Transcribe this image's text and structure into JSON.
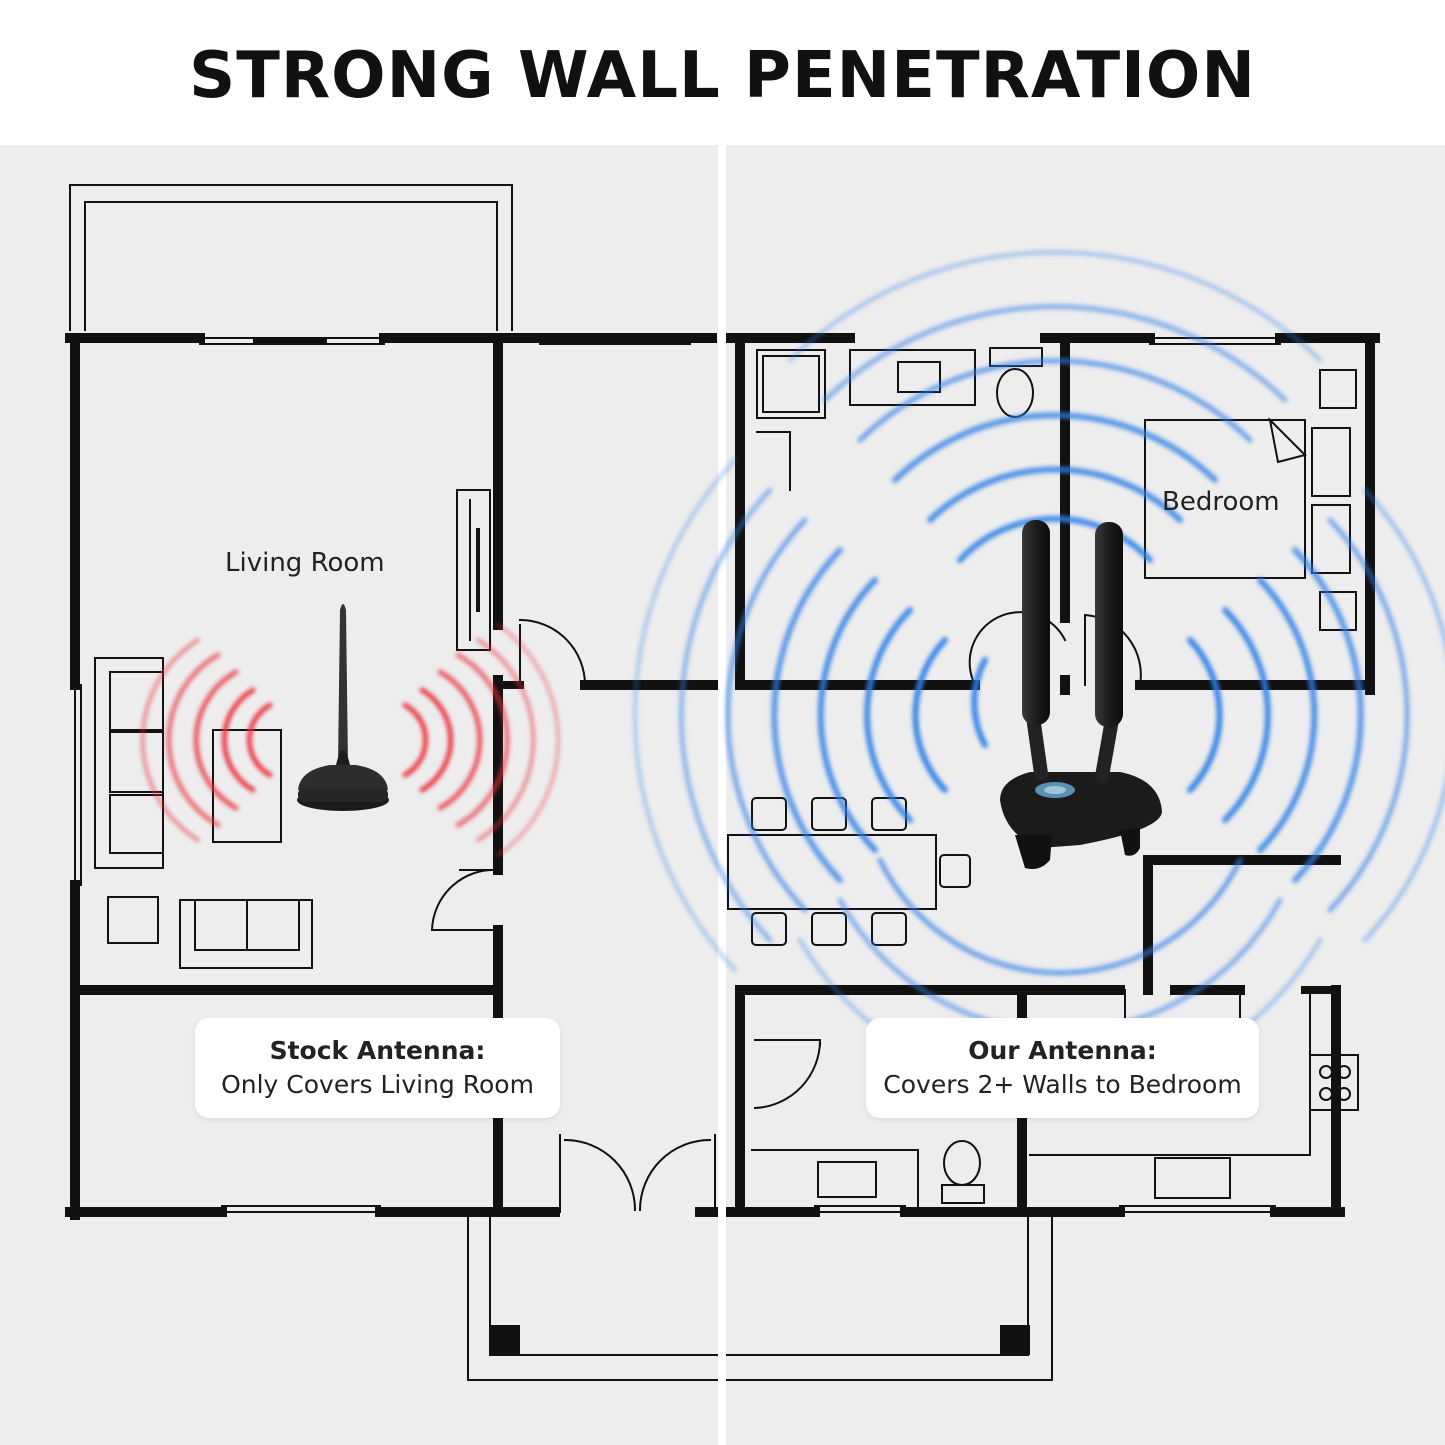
{
  "header": {
    "title": "STRONG WALL PENETRATION"
  },
  "left": {
    "room_label": "Living Room",
    "callout_title": "Stock Antenna:",
    "callout_text": "Only Covers Living Room"
  },
  "right": {
    "room_label": "Bedroom",
    "callout_title": "Our Antenna:",
    "callout_text": "Covers 2+ Walls to Bedroom"
  },
  "colors": {
    "wall": "#111111",
    "stock_signal": "#e8323a",
    "our_signal": "#2f7fe6",
    "floor": "#ededee"
  },
  "icons": [
    "stock-antenna-icon",
    "dual-antenna-icon",
    "signal-waves-icon"
  ]
}
